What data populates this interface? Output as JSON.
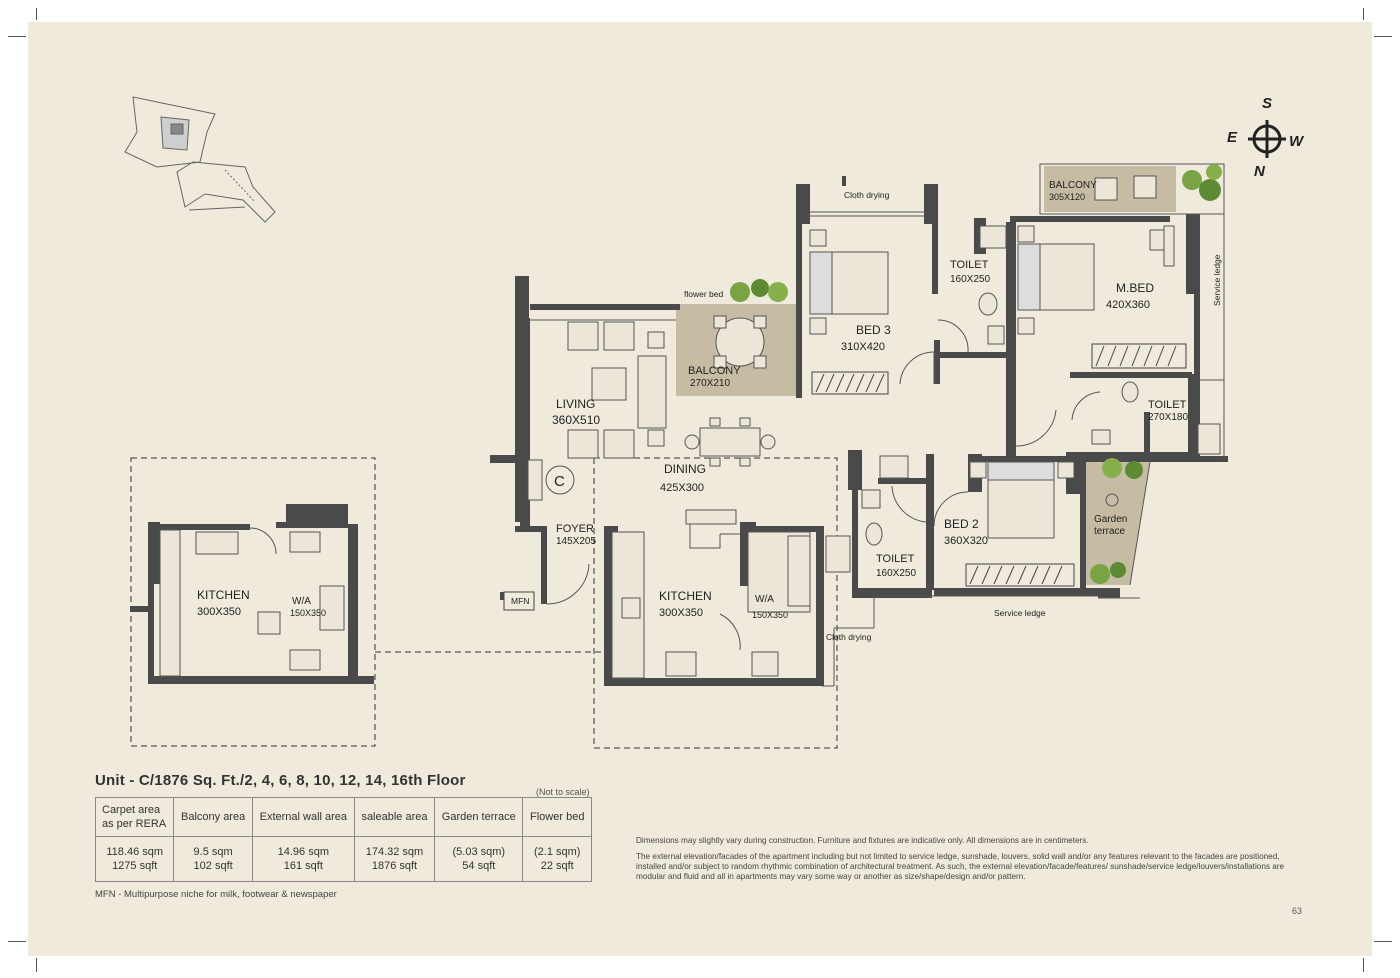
{
  "compass": {
    "n": "N",
    "s": "S",
    "e": "E",
    "w": "W"
  },
  "rooms": {
    "balcony_top": {
      "label": "BALCONY",
      "dims": "305X120"
    },
    "cloth_drying_top": "Cloth drying",
    "flower_bed": "flower bed",
    "balcony_living": {
      "label": "BALCONY",
      "dims": "270X210"
    },
    "living": {
      "label": "LIVING",
      "dims": "360X510"
    },
    "bed3": {
      "label": "BED 3",
      "dims": "310X420"
    },
    "toilet1": {
      "label": "TOILET",
      "dims": "160X250"
    },
    "mbed": {
      "label": "M.BED",
      "dims": "420X360"
    },
    "service_ledge_right": "Service ledge",
    "toilet2": {
      "label": "TOILET",
      "dims": "270X180"
    },
    "dining": {
      "label": "DINING",
      "dims": "425X300"
    },
    "column_mark": "C",
    "foyer": {
      "label": "FOYER",
      "dims": "145X205"
    },
    "mfn": "MFN",
    "kitchen": {
      "label": "KITCHEN",
      "dims": "300X350"
    },
    "wa": {
      "label": "W/A",
      "dims": "150X350"
    },
    "cloth_drying_bottom": "Cloth drying",
    "toilet3": {
      "label": "TOILET",
      "dims": "160X250"
    },
    "bed2": {
      "label": "BED 2",
      "dims": "360X320"
    },
    "garden_terrace": [
      "Garden",
      "terrace"
    ],
    "service_ledge_bottom": "Service ledge",
    "alt_kitchen": {
      "label": "KITCHEN",
      "dims": "300X350"
    },
    "alt_wa": {
      "label": "W/A",
      "dims": "150X350"
    }
  },
  "unit_title": "Unit - C/1876 Sq. Ft./2, 4, 6, 8, 10, 12, 14, 16th Floor",
  "not_to_scale": "(Not to scale)",
  "area_table": {
    "headers": [
      [
        "Carpet area",
        "as per RERA"
      ],
      [
        "Balcony area"
      ],
      [
        "External wall area"
      ],
      [
        "saleable area"
      ],
      [
        "Garden terrace"
      ],
      [
        "Flower bed"
      ]
    ],
    "values": [
      [
        "118.46 sqm",
        "1275 sqft"
      ],
      [
        "9.5 sqm",
        "102 sqft"
      ],
      [
        "14.96 sqm",
        "161 sqft"
      ],
      [
        "174.32 sqm",
        "1876  sqft"
      ],
      [
        "(5.03 sqm)",
        "54 sqft"
      ],
      [
        "(2.1 sqm)",
        "22 sqft"
      ]
    ]
  },
  "mfn_note": "MFN - Multipurpose niche for milk, footwear & newspaper",
  "disclaimer_1": "Dimensions may slightly vary during construction. Furniture and fixtures are indicative only. All dimensions are in centimeters.",
  "disclaimer_2": "The external elevation/facades of the apartment including but not limited to service ledge, sunshade, louvers, solid wall and/or any features relevant to the facades are positioned, installed and/or subject to random rhythmic combination of architectural treatment. As such, the external elevation/facade/features/ sunshade/service ledge/louvers/installations are modular and fluid and all in apartments may vary some way or another as size/shape/design and/or pattern.",
  "page_number": "63",
  "colors": {
    "paper": "#efeadb",
    "wall": "#4a4a4a",
    "balcony": "#c9bfa6",
    "plant": "#6f9a3c"
  }
}
